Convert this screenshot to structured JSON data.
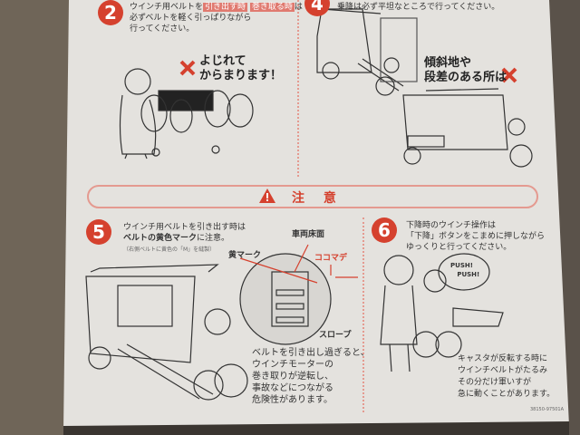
{
  "caution": {
    "label": "注 意",
    "icon": "warning-triangle-icon"
  },
  "step2": {
    "number": "2",
    "line1_pre": "ウインチ用ベルトを",
    "highlight1": "引き出す時",
    "highlight2": "巻き取る時",
    "line1_post": "は",
    "line2": "必ずベルトを軽く引っぱりながら",
    "line3": "行ってください。",
    "warning_line1": "よじれて",
    "warning_line2": "からまります！"
  },
  "step4": {
    "number": "4",
    "line1": "乗降は必ず平坦なところで行ってください。",
    "warning_line1": "傾斜地や",
    "warning_line2": "段差のある所は"
  },
  "step5": {
    "number": "5",
    "line1": "ウインチ用ベルトを引き出す時は",
    "line2_bold": "ベルトの黄色マーク",
    "line2_post": "に注意。",
    "note": "（右側ベルトに黄色の「M」を縫製）",
    "label_yellow_mark": "黄マーク",
    "label_floor": "車両床面",
    "label_here": "ココマデ",
    "label_slope": "スロープ",
    "warning": [
      "ベルトを引き出し過ぎると、",
      "ウインチモーターの",
      "巻き取りが逆転し、",
      "事故などにつながる",
      "危険性があります。"
    ]
  },
  "step6": {
    "number": "6",
    "line1": "下降時のウインチ操作は",
    "line2": "「下降」ボタンをこまめに押しながら",
    "line3": "ゆっくりと行ってください。",
    "bubble_line1": "PUSH!",
    "bubble_line2": "PUSH!",
    "warning": [
      "キャスタが反転する時に",
      "ウインチベルトがたるみ",
      "その分だけ軍いすが",
      "急に動くことがあります。"
    ]
  },
  "part_number": "38150-97501A",
  "colors": {
    "accent": "#d5412e",
    "paper": "#e4e2de",
    "border": "#e49a90"
  }
}
